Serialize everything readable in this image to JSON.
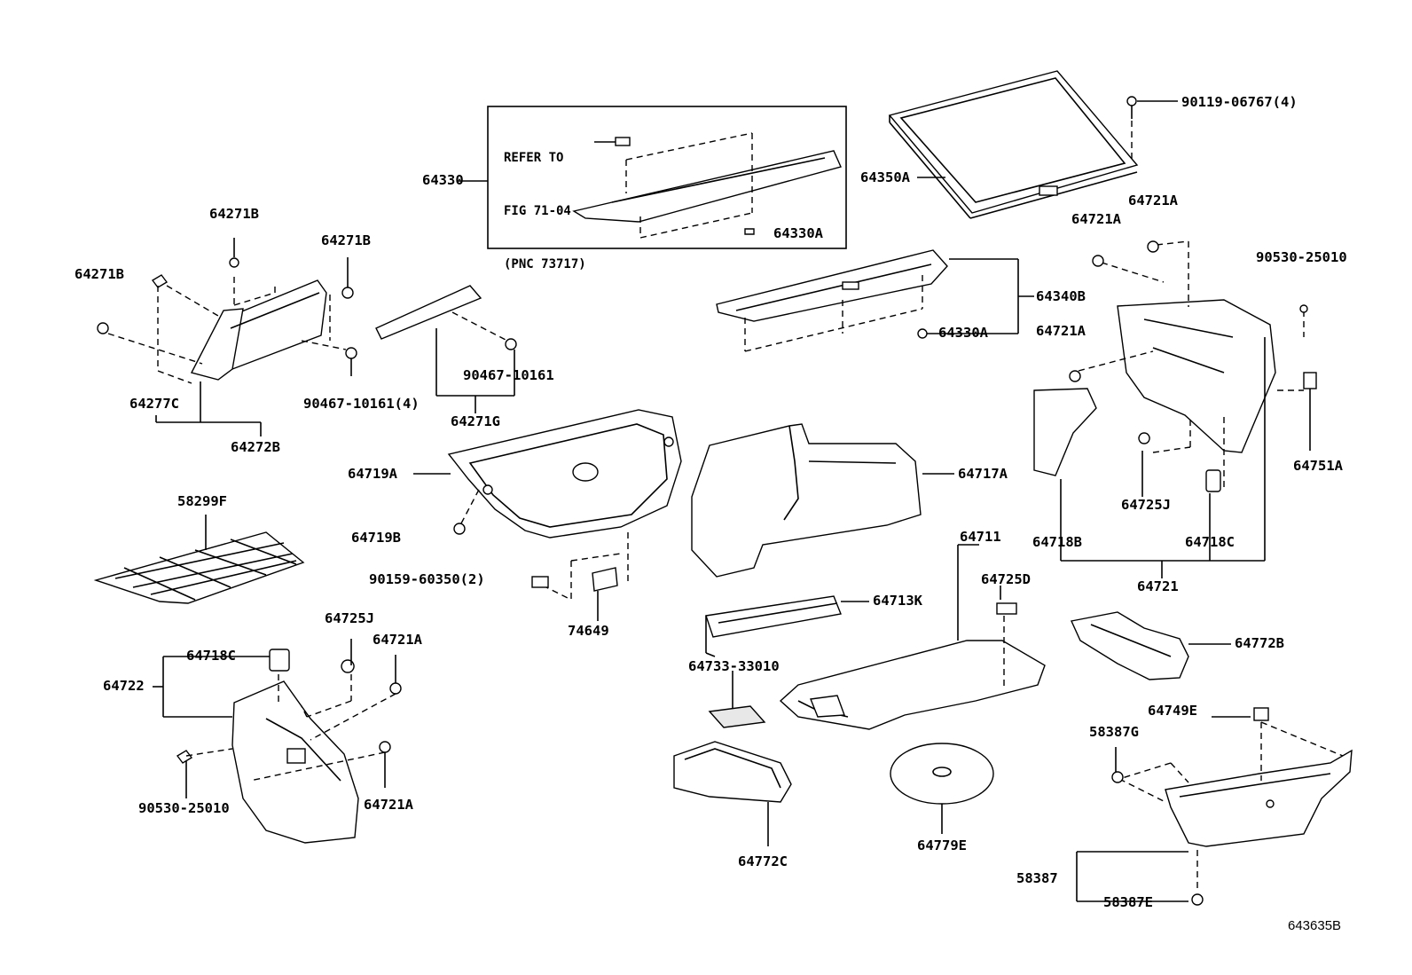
{
  "figure_id": "643635B",
  "refer_note": {
    "line1": "REFER TO",
    "line2": "FIG 71-04",
    "line3": "(PNC 73717)"
  },
  "callouts": {
    "c64330": "64330",
    "c64330A_top": "64330A",
    "c64330A_mid": "64330A",
    "c64350A": "64350A",
    "c90119": "90119-06767(4)",
    "c64721A_r1": "64721A",
    "c64721A_r2": "64721A",
    "c64721A_r3": "64721A",
    "c90530_r": "90530-25010",
    "c64340B": "64340B",
    "c64271B_a": "64271B",
    "c64271B_b": "64271B",
    "c64271B_c": "64271B",
    "c64277C": "64277C",
    "c90467_4": "90467-10161(4)",
    "c90467": "90467-10161",
    "c64272B": "64272B",
    "c64271G": "64271G",
    "c64719A": "64719A",
    "c64719B": "64719B",
    "c90159": "90159-60350(2)",
    "c74649": "74649",
    "c58299F": "58299F",
    "c64717A": "64717A",
    "c64725J_r": "64725J",
    "c64751A": "64751A",
    "c64718B": "64718B",
    "c64718C_r": "64718C",
    "c64721": "64721",
    "c64711": "64711",
    "c64725D": "64725D",
    "c64713K": "64713K",
    "c64733": "64733-33010",
    "c64772B": "64772B",
    "c64749E": "64749E",
    "c58387G": "58387G",
    "c64725J_l": "64725J",
    "c64721A_l1": "64721A",
    "c64718C_l": "64718C",
    "c64722": "64722",
    "c90530_l": "90530-25010",
    "c64721A_l2": "64721A",
    "c64772C": "64772C",
    "c64779E": "64779E",
    "c58387": "58387",
    "c58387E": "58387E"
  }
}
